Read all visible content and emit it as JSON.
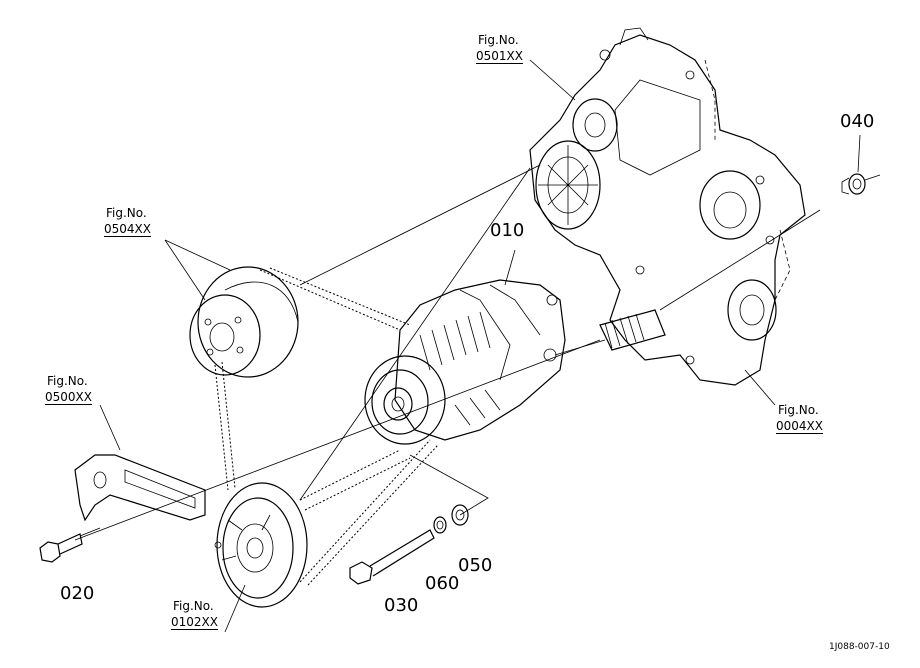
{
  "diagram": {
    "fig_labels": {
      "f0501": {
        "title": "Fig.No.",
        "code": "0501XX"
      },
      "f0504": {
        "title": "Fig.No.",
        "code": "0504XX"
      },
      "f0500": {
        "title": "Fig.No.",
        "code": "0500XX"
      },
      "f0004": {
        "title": "Fig.No.",
        "code": "0004XX"
      },
      "f0102": {
        "title": "Fig.No.",
        "code": "0102XX"
      }
    },
    "parts": {
      "p010": "010",
      "p020": "020",
      "p030": "030",
      "p040": "040",
      "p050": "050",
      "p060": "060"
    },
    "drawing_id": "1J088-007-10"
  }
}
